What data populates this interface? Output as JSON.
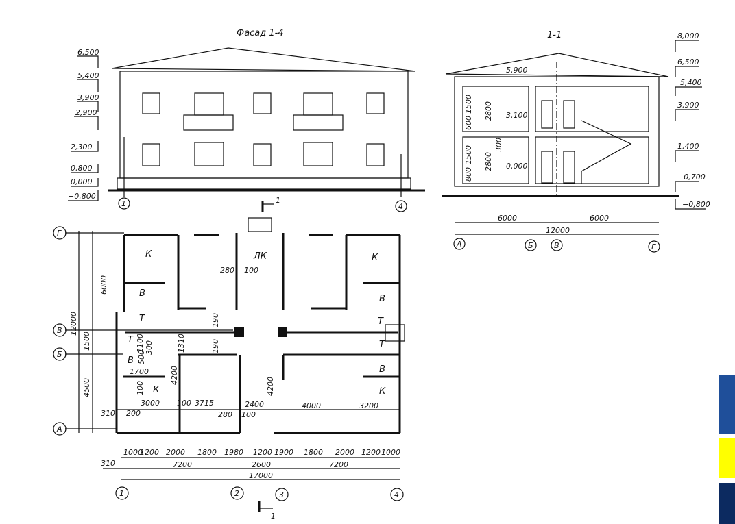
{
  "facade": {
    "title": "Фасад 1-4",
    "levels": [
      "6,500",
      "5,400",
      "3,900",
      "2,900",
      "2,300",
      "0,800",
      "0,000",
      "−0,800"
    ],
    "axes": [
      "1",
      "4"
    ]
  },
  "section": {
    "title": "1-1",
    "levels_right": [
      "8,000",
      "6,500",
      "5,400",
      "3,900",
      "1,400",
      "−0,700",
      "−0,800"
    ],
    "levels_inside": [
      "5,900",
      "3,100",
      "0,000"
    ],
    "vertical_dims": [
      "1500",
      "2800",
      "600",
      "1500",
      "300",
      "2800",
      "800"
    ],
    "bottom_dims": [
      "6000",
      "6000",
      "12000"
    ],
    "axes": [
      "А",
      "Б",
      "В",
      "Г"
    ]
  },
  "plan": {
    "section_mark": "1",
    "axes_left": [
      "Г",
      "В",
      "Б",
      "А"
    ],
    "axes_bottom": [
      "1",
      "2",
      "3",
      "4"
    ],
    "left_dims": [
      "6000",
      "1500",
      "4500",
      "12000"
    ],
    "rooms": [
      "К",
      "ЛК",
      "К",
      "В",
      "В",
      "Т",
      "Т",
      "Т",
      "Т",
      "В",
      "В",
      "К",
      "К"
    ],
    "inner_dims": [
      "280",
      "100",
      "190",
      "190",
      "1100",
      "1310",
      "500",
      "300",
      "1700",
      "100",
      "4200",
      "4200",
      "3000",
      "100",
      "3715",
      "2400",
      "4000",
      "3200",
      "310",
      "200",
      "280",
      "100"
    ],
    "bottom_row1": [
      "1000",
      "1200",
      "2000",
      "1800",
      "1980",
      "1200",
      "1900",
      "1800",
      "2000",
      "1200",
      "1000"
    ],
    "bottom_row2": [
      "310",
      "7200",
      "2600",
      "7200"
    ],
    "bottom_total": "17000"
  },
  "edge": {
    "accent_blue": "#1f4f9a",
    "accent_yellow": "#ffff00",
    "accent_dark": "#0c2a60"
  }
}
